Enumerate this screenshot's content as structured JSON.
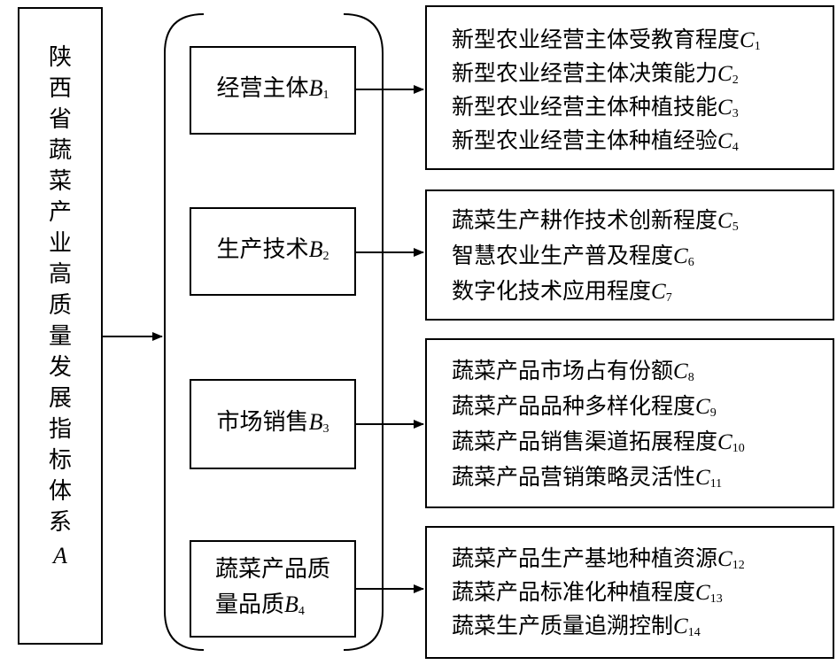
{
  "root": {
    "chars": [
      "陕",
      "西",
      "省",
      "蔬",
      "菜",
      "产",
      "业",
      "高",
      "质",
      "量",
      "发",
      "展",
      "指",
      "标",
      "体",
      "系"
    ],
    "symbol": "A"
  },
  "categories": [
    {
      "label_lines": [
        "经营主体"
      ],
      "symbol": "B",
      "sub": "1"
    },
    {
      "label_lines": [
        "生产技术"
      ],
      "symbol": "B",
      "sub": "2"
    },
    {
      "label_lines": [
        "市场销售"
      ],
      "symbol": "B",
      "sub": "3"
    },
    {
      "label_lines": [
        "蔬菜产品质",
        "量品质"
      ],
      "symbol": "B",
      "sub": "4"
    }
  ],
  "indicators": [
    [
      {
        "text": "新型农业经营主体受教育程度",
        "symbol": "C",
        "sub": "1"
      },
      {
        "text": "新型农业经营主体决策能力",
        "symbol": "C",
        "sub": "2"
      },
      {
        "text": "新型农业经营主体种植技能",
        "symbol": "C",
        "sub": "3"
      },
      {
        "text": "新型农业经营主体种植经验",
        "symbol": "C",
        "sub": "4"
      }
    ],
    [
      {
        "text": "蔬菜生产耕作技术创新程度",
        "symbol": "C",
        "sub": "5"
      },
      {
        "text": "智慧农业生产普及程度",
        "symbol": "C",
        "sub": "6"
      },
      {
        "text": "数字化技术应用程度",
        "symbol": "C",
        "sub": "7"
      }
    ],
    [
      {
        "text": "蔬菜产品市场占有份额",
        "symbol": "C",
        "sub": "8"
      },
      {
        "text": "蔬菜产品品种多样化程度",
        "symbol": "C",
        "sub": "9"
      },
      {
        "text": "蔬菜产品销售渠道拓展程度",
        "symbol": "C",
        "sub": "10"
      },
      {
        "text": "蔬菜产品营销策略灵活性",
        "symbol": "C",
        "sub": "11"
      }
    ],
    [
      {
        "text": "蔬菜产品生产基地种植资源",
        "symbol": "C",
        "sub": "12"
      },
      {
        "text": "蔬菜产品标准化种植程度",
        "symbol": "C",
        "sub": "13"
      },
      {
        "text": "蔬菜生产质量追溯控制",
        "symbol": "C",
        "sub": "14"
      }
    ]
  ]
}
